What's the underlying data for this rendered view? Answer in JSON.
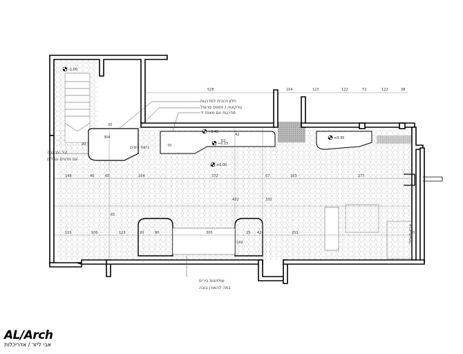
{
  "logo": {
    "mark": "AL/Arch",
    "subtitle": "אבי ליזר / אדריכלות"
  },
  "notes": [
    "חלון זכוכית למדרגות",
    "טרקוטה / פספס סרופל",
    "מדרגות עם מאחז יד",
    "קיר עץ גבה",
    "עם מדפים עגולים",
    "נישת כיסים",
    "שולחנות בירים",
    "במה להאורן בובה",
    "ארון חשמל"
  ],
  "levels": [
    "-1.00",
    "+0.45",
    "+0.15",
    "±0.00",
    "+0.35"
  ],
  "dimensions": {
    "top": [
      "528",
      "104",
      "123",
      "122",
      "72",
      "122",
      "38"
    ],
    "row_mid": [
      "148",
      "40",
      "60",
      "164",
      "372",
      "57",
      "163",
      "277"
    ],
    "row_bottom": [
      "110",
      "100",
      "123",
      "20",
      "90",
      "300",
      "25",
      "42",
      "251",
      "50"
    ],
    "misc": [
      "304",
      "62",
      "42",
      "422",
      "332",
      "142",
      "65",
      "20",
      "70",
      "35"
    ]
  },
  "colors": {
    "wall": "#000000",
    "line": "#444444",
    "pattern": "#bdbdbd",
    "shade": "#b8b8b8"
  }
}
